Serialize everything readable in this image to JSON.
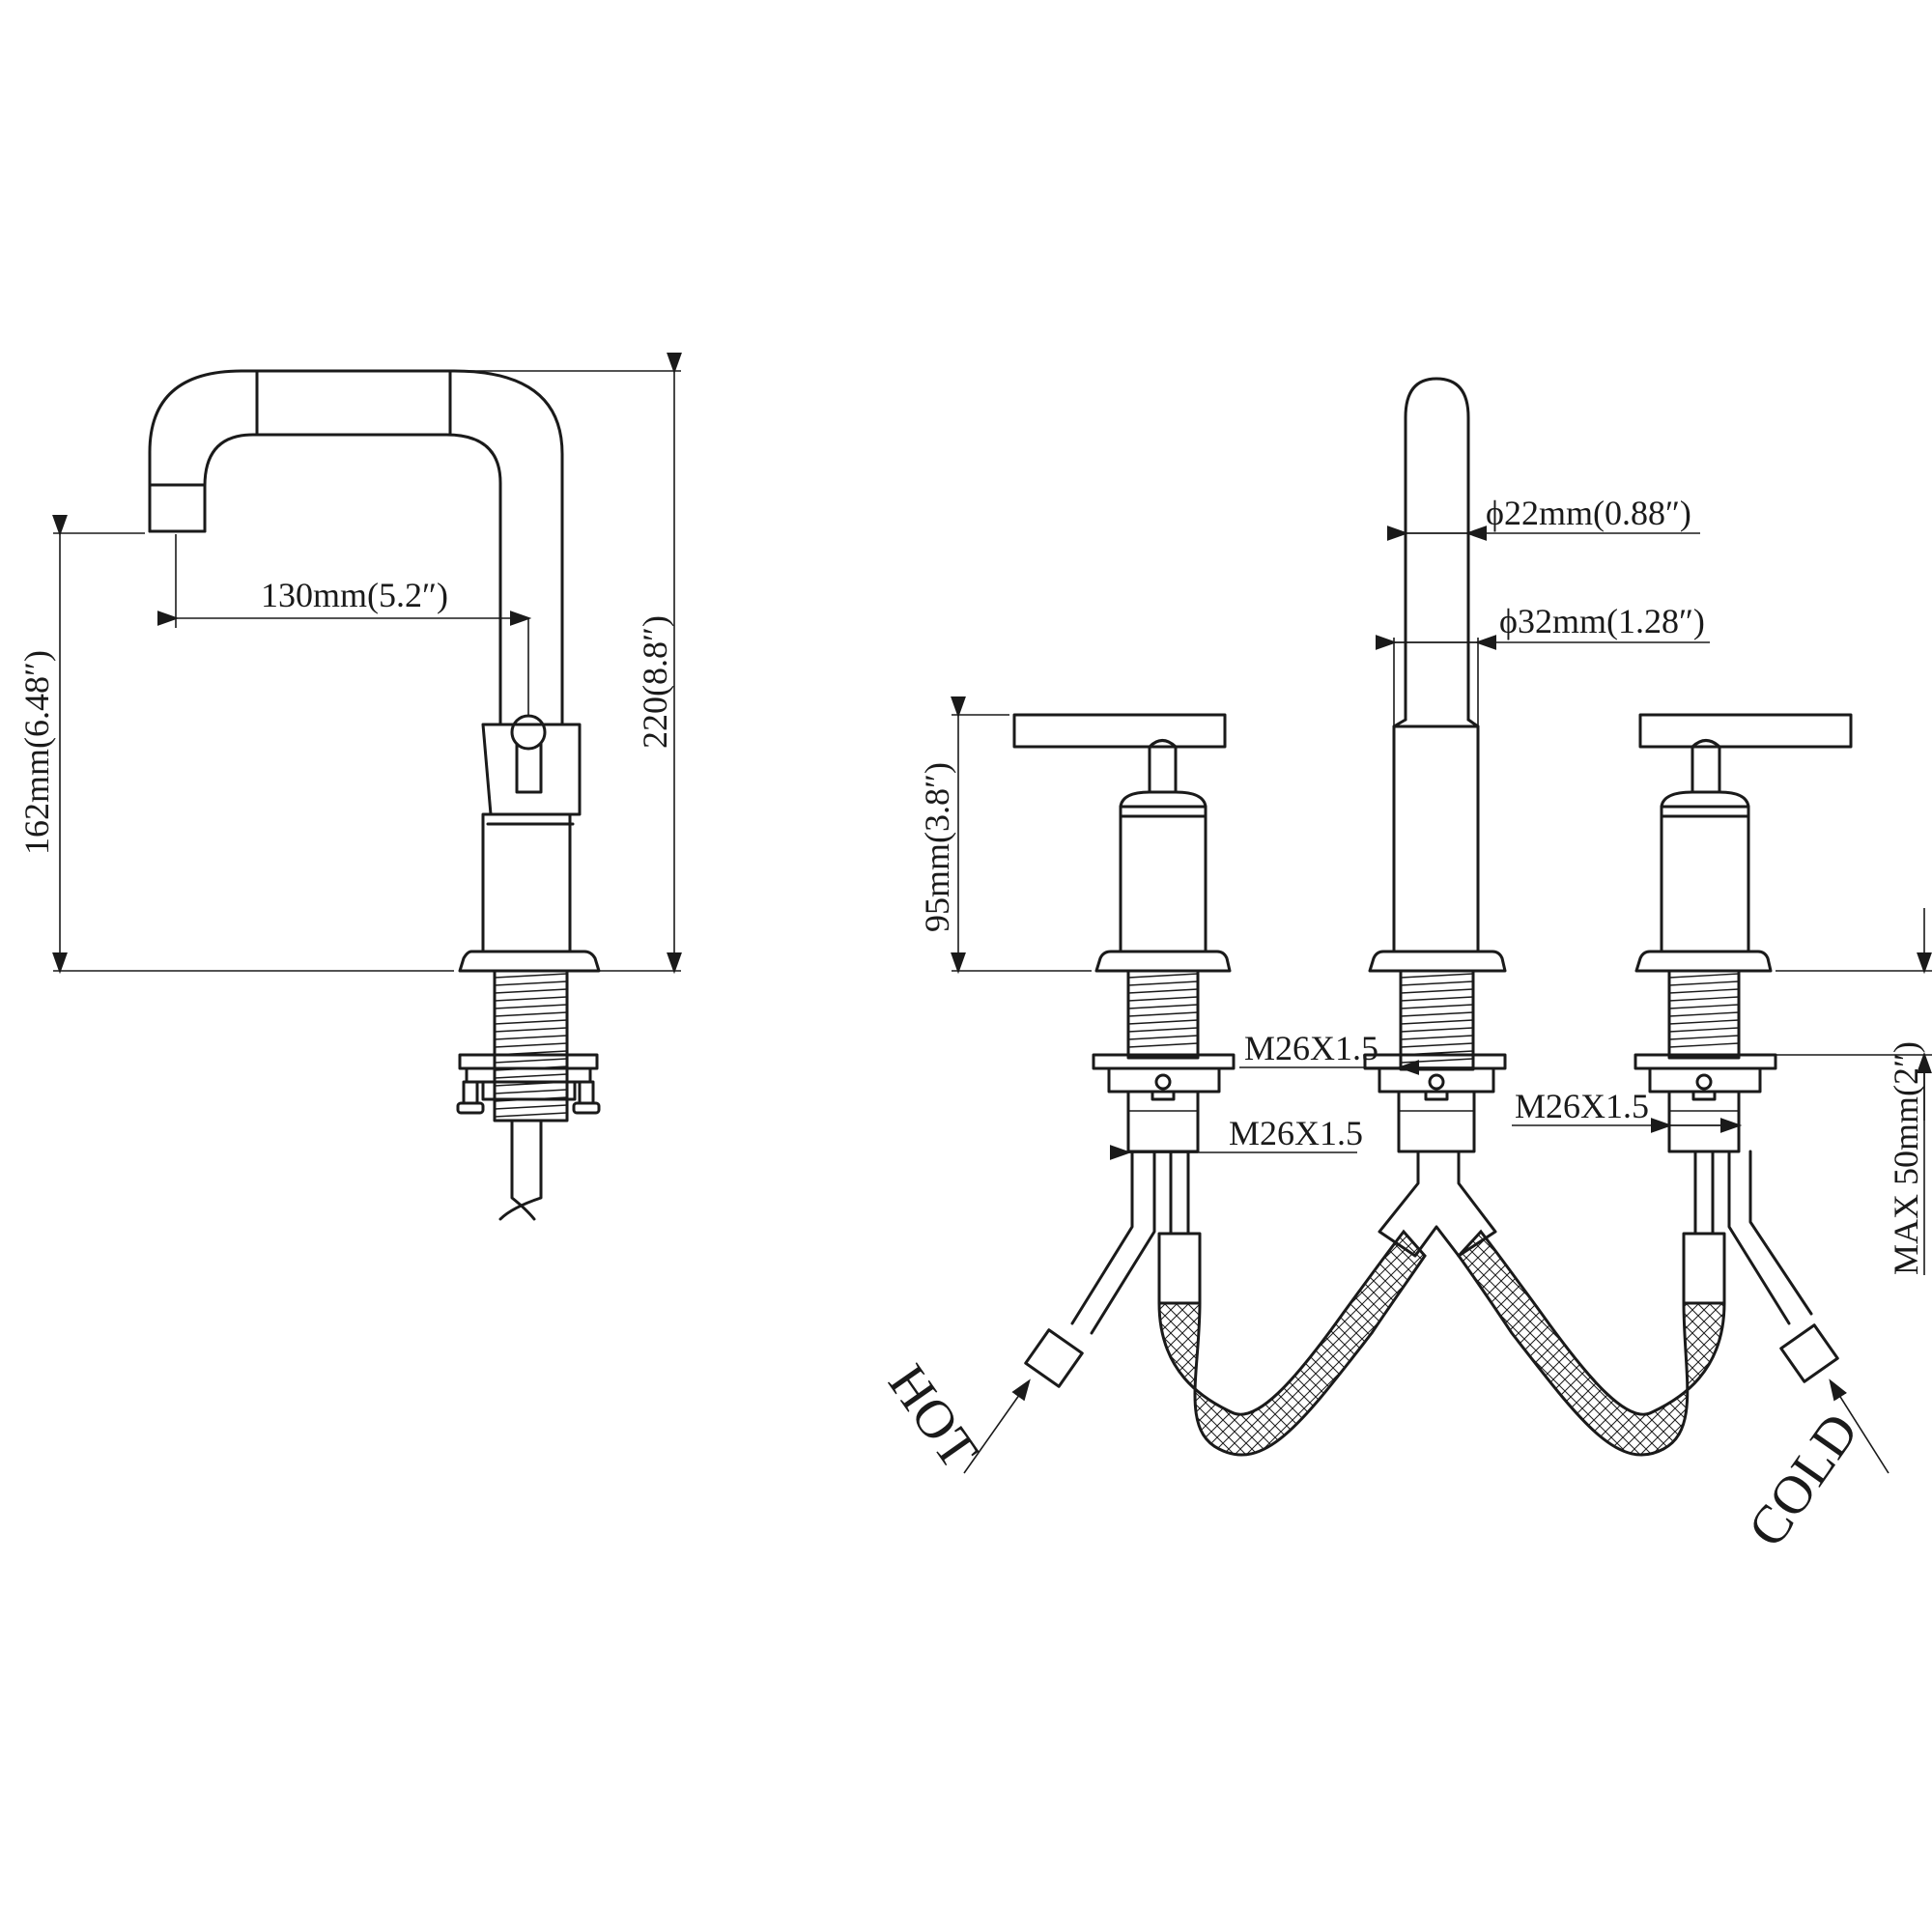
{
  "side_view": {
    "reach_dim": "130mm(5.2″)",
    "spout_height_dim": "162mm(6.48″)",
    "total_height_dim": "220(8.8″)"
  },
  "front_view": {
    "spout_tip_dim": "ϕ22mm(0.88″)",
    "spout_base_dim": "ϕ32mm(1.28″)",
    "handle_height_dim": "95mm(3.8″)",
    "thread_center": "M26X1.5",
    "thread_left": "M26X1.5",
    "thread_right": "M26X1.5",
    "deck_thickness_dim": "MAX 50mm(2″)",
    "hot_label": "HOT",
    "cold_label": "COLD"
  }
}
